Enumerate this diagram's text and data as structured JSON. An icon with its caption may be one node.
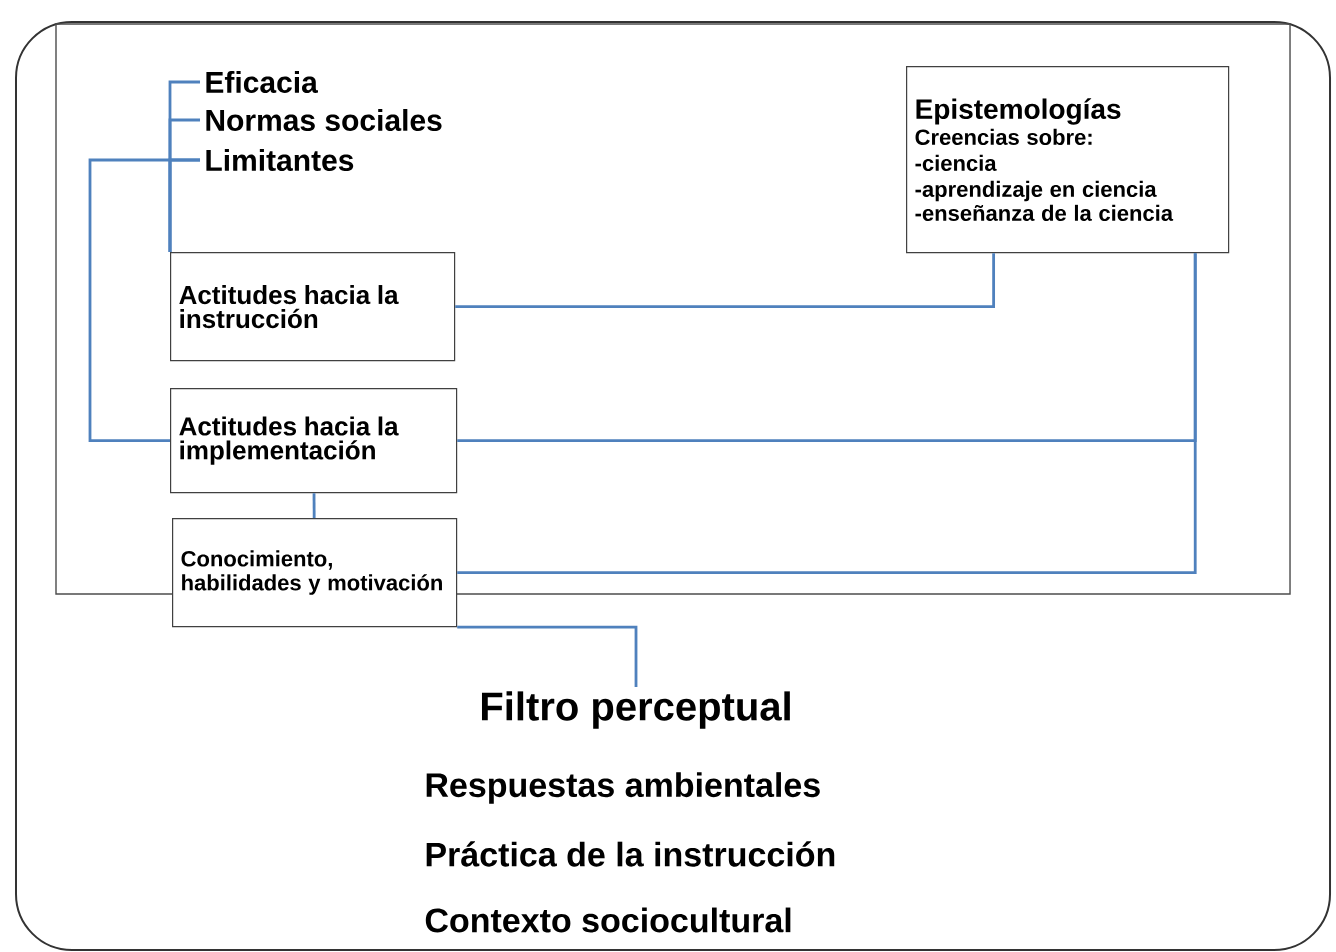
{
  "diagram": {
    "nodes": [
      {
        "text": [
          "Eficacia"
        ]
      },
      {
        "text": [
          "Normas sociales"
        ]
      },
      {
        "text": [
          "Limitantes"
        ]
      },
      {
        "text": [
          "Actitudes hacia la instrucción"
        ]
      },
      {
        "text": [
          "Actitudes hacia la implementación"
        ]
      },
      {
        "text": [
          "Conocimiento, habilidades y motivación"
        ]
      },
      {
        "text": [
          "Epistemologías",
          "Creencias sobre:",
          "-ciencia",
          "-aprendizaje en ciencia",
          "-enseñanza de la ciencia"
        ]
      },
      {
        "text": [
          "Filtro perceptual"
        ]
      }
    ],
    "edges": [
      {
        "from": 0,
        "to": 3,
        "arrow": "none"
      },
      {
        "from": 1,
        "to": 3,
        "arrow": "none"
      },
      {
        "from": 2,
        "to": 3,
        "arrow": "none"
      },
      {
        "from": 2,
        "to": 4,
        "arrow": "none"
      },
      {
        "from": 3,
        "to": 6,
        "arrow": "none"
      },
      {
        "from": 4,
        "to": 6,
        "arrow": "none"
      },
      {
        "from": 5,
        "to": 6,
        "arrow": "none"
      },
      {
        "from": 4,
        "to": 5,
        "arrow": "none"
      },
      {
        "from": 5,
        "to": 7,
        "arrow": "none"
      }
    ],
    "labels": [
      "Respuestas ambientales",
      "Práctica de la instrucción",
      "Contexto sociocultural"
    ]
  }
}
